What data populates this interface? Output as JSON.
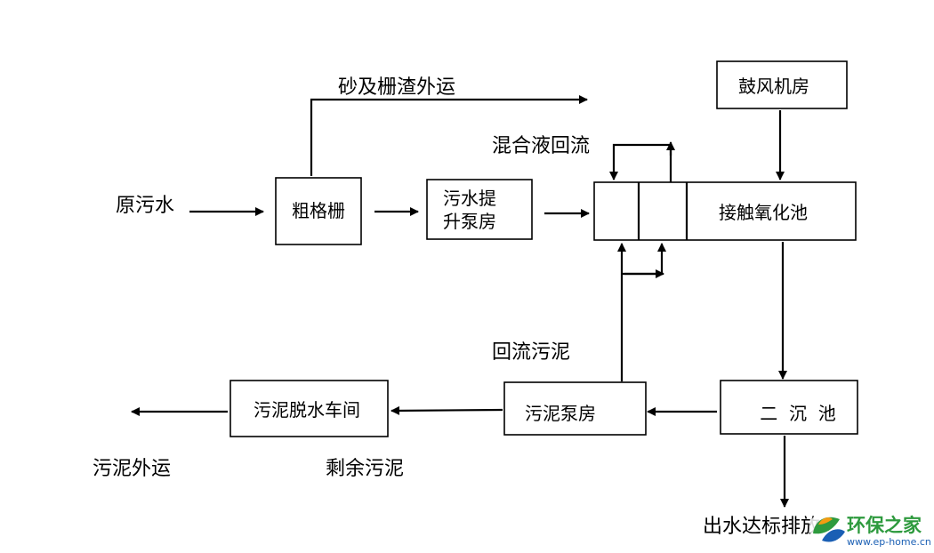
{
  "nodes": {
    "raw_sewage": "原污水",
    "coarse_screen": "粗格栅",
    "lift_pump_line1": "污水提",
    "lift_pump_line2": "升泵房",
    "contact_oxidation": "接触氧化池",
    "blower_room": "鼓风机房",
    "secondary_clarifier": "二  沉  池",
    "sludge_pump": "污泥泵房",
    "sludge_dewatering": "污泥脱水车间"
  },
  "labels": {
    "grit_screenings": "砂及栅渣外运",
    "mixed_liquor_return": "混合液回流",
    "return_sludge": "回流污泥",
    "excess_sludge": "剩余污泥",
    "sludge_transport": "污泥外运",
    "effluent": "出水达标排放"
  },
  "watermark": {
    "name": "环保之家",
    "url": "www.ep-home.cn",
    "colors": {
      "green": "#2e9a3e",
      "blue": "#1a5fb4",
      "orange": "#f39c12"
    }
  }
}
